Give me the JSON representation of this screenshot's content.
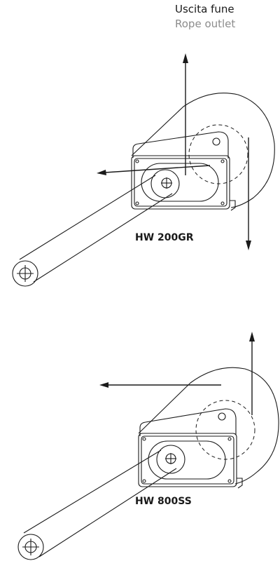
{
  "header": {
    "label_it": "Uscita fune",
    "label_en": "Rope outlet"
  },
  "winches": [
    {
      "model": "HW 200GR"
    },
    {
      "model": "HW 800SS"
    }
  ],
  "colors": {
    "line": "#1a1a1a",
    "secondary_text": "#8c8c8c"
  }
}
